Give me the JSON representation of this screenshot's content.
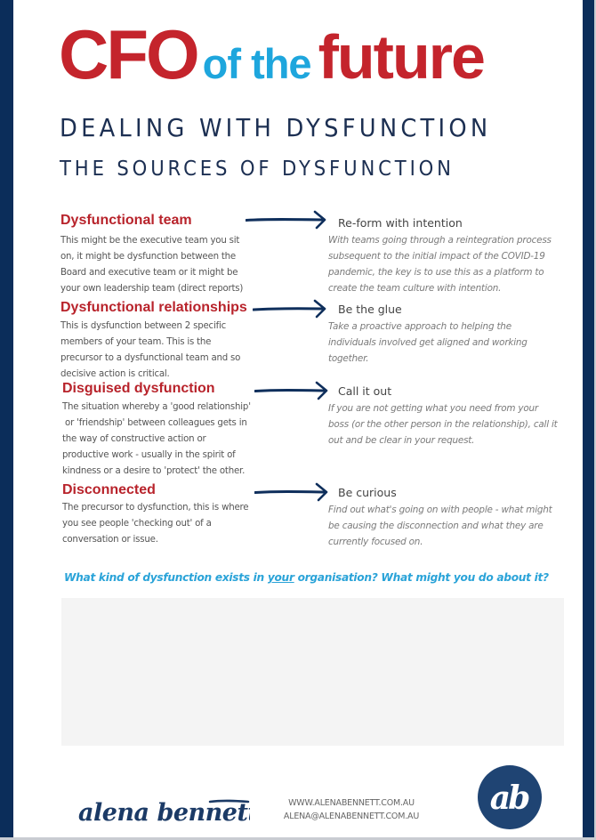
{
  "header": {
    "title_part1": "CFO",
    "title_part2": "of the",
    "title_part3": "future",
    "subtitle": "DEALING WITH DYSFUNCTION",
    "section_heading": "THE SOURCES OF DYSFUNCTION"
  },
  "colors": {
    "brand_red": "#c4242c",
    "brand_blue": "#1ea6dd",
    "navy": "#0b2d5a",
    "answer_box": "#f4f4f4"
  },
  "sources": [
    {
      "title": "Dysfunctional team",
      "description": [
        "This might be the executive team you sit",
        "on, it might be dysfunction between the",
        "Board and executive team or it might be",
        "your own leadership team (direct reports)"
      ],
      "action_title": "Re-form with intention",
      "action_description": [
        "With teams going through a reintegration process",
        "subsequent to the initial impact of the COVID-19",
        "pandemic, the key is to use this as a platform to",
        "create the team culture with intention."
      ]
    },
    {
      "title": "Dysfunctional relationships",
      "description": [
        "This is dysfunction between 2 specific",
        "members of your team. This is the",
        "precursor to a dysfunctional team and so",
        "decisive action is critical."
      ],
      "action_title": "Be the glue",
      "action_description": [
        "Take a proactive approach to helping the",
        "individuals involved get aligned and working",
        "together."
      ]
    },
    {
      "title": "Disguised dysfunction",
      "description": [
        "The situation whereby a 'good relationship'",
        " or 'friendship' between colleagues gets in",
        "the way of constructive action or",
        "productive work - usually in the spirit of",
        "kindness or a desire to 'protect' the other."
      ],
      "action_title": "Call it out",
      "action_description": [
        "If you are not getting what you need from your",
        "boss (or the other person in the relationship), call it",
        "out and be clear in your request."
      ]
    },
    {
      "title": "Disconnected",
      "description": [
        "The precursor to dysfunction, this is where",
        "you see people 'checking out' of a",
        "conversation or issue."
      ],
      "action_title": "Be curious",
      "action_description": [
        "Find out what's going on with people - what might",
        "be causing the disconnection and what they are",
        "currently focused on."
      ]
    }
  ],
  "question": {
    "before": "What kind of dysfunction exists in ",
    "emphasis": "your",
    "after": " organisation? What might you do about it?"
  },
  "answer_box": {
    "value": ""
  },
  "footer": {
    "signature": "alena bennett",
    "website": "WWW.ALENABENNETT.COM.AU",
    "email": "ALENA@ALENABENNETT.COM.AU",
    "logo_monogram": "ab"
  },
  "icons": {
    "arrow": "arrow-right-icon"
  }
}
